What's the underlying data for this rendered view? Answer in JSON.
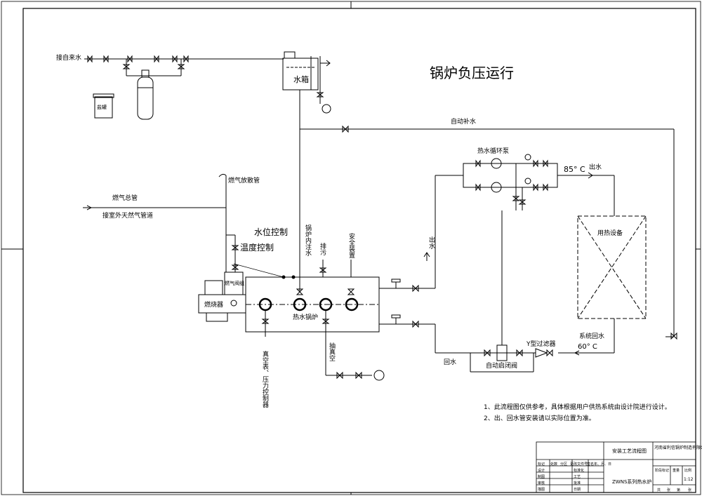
{
  "title": "锅炉负压运行",
  "labels": {
    "tap_water": "接自来水",
    "salt_tank": "盐罐",
    "water_tank": "水箱",
    "auto_makeup": "自动补水",
    "circ_pump": "热水循环泵",
    "temp_out": "85° C",
    "outlet": "出水",
    "gas_vent": "燃气放散管",
    "gas_main": "燃气总管",
    "outdoor_gas": "接室外天然气管道",
    "level_ctrl": "水位控制",
    "temp_ctrl": "温度控制",
    "boiler_inject": "锅炉内注水",
    "drain": "排污",
    "safety": "安全装置",
    "outlet_vert": "出水",
    "heat_equip": "用热设备",
    "gas_valve_group": "燃气阀组",
    "burner": "燃烧器",
    "boiler": "热水锅炉",
    "vacuum_gauge": "真空表、压力控制器",
    "vacuum_pump": "抽真空",
    "return": "回水",
    "auto_valve": "自动启闭阀",
    "y_filter": "Y型过滤器",
    "sys_return": "系统回水",
    "temp_return": "60° C"
  },
  "notes": [
    "1、此流程图仅供参考，具体根据用户供热系统由设计院进行设计。",
    "2、出、回水管安装请以实际位置为准。"
  ],
  "title_block": {
    "company": "河南省利信锅炉制造有限公司",
    "drawing_name": "安装工艺流程图",
    "series": "ZWNS系列热水炉",
    "scale": "1:12",
    "cells": [
      "标记",
      "处数",
      "分区",
      "更改文件号",
      "签名",
      "年、月、日",
      "设计",
      "标准化",
      "制图",
      "工艺",
      "审核",
      "批准",
      "描图",
      "日期",
      "阶段标记",
      "重量",
      "比例",
      "共",
      "张",
      "第",
      "张"
    ]
  }
}
